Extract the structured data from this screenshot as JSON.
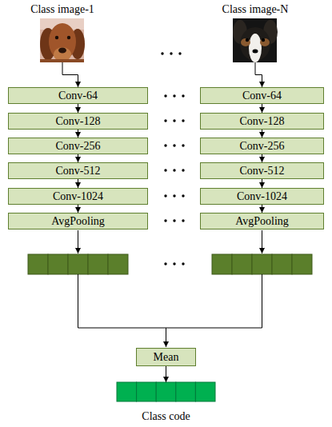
{
  "diagram": {
    "nodes": [
      {
        "text": [
          "Class image-1"
        ]
      },
      {
        "text": [
          "Class image-N"
        ]
      },
      {
        "text": [
          "Conv-64"
        ]
      },
      {
        "text": [
          "Conv-64"
        ]
      },
      {
        "text": [
          "Conv-128"
        ]
      },
      {
        "text": [
          "Conv-128"
        ]
      },
      {
        "text": [
          "Conv-256"
        ]
      },
      {
        "text": [
          "Conv-256"
        ]
      },
      {
        "text": [
          "Conv-512"
        ]
      },
      {
        "text": [
          "Conv-512"
        ]
      },
      {
        "text": [
          "Conv-1024"
        ]
      },
      {
        "text": [
          "Conv-1024"
        ]
      },
      {
        "text": [
          "AvgPooling"
        ]
      },
      {
        "text": [
          "AvgPooling"
        ]
      },
      {
        "text": [
          "Mean"
        ]
      },
      {
        "text": [
          "Class code"
        ]
      }
    ],
    "edges": [
      {
        "from": 0,
        "to": 2,
        "arrow": "to"
      },
      {
        "from": 2,
        "to": 4,
        "arrow": "to"
      },
      {
        "from": 4,
        "to": 6,
        "arrow": "to"
      },
      {
        "from": 6,
        "to": 8,
        "arrow": "to"
      },
      {
        "from": 8,
        "to": 10,
        "arrow": "to"
      },
      {
        "from": 10,
        "to": 12,
        "arrow": "to"
      },
      {
        "from": 1,
        "to": 3,
        "arrow": "to"
      },
      {
        "from": 3,
        "to": 5,
        "arrow": "to"
      },
      {
        "from": 5,
        "to": 7,
        "arrow": "to"
      },
      {
        "from": 7,
        "to": 9,
        "arrow": "to"
      },
      {
        "from": 9,
        "to": 11,
        "arrow": "to"
      },
      {
        "from": 11,
        "to": 13,
        "arrow": "to"
      },
      {
        "from": 14,
        "to": 15,
        "arrow": "to"
      }
    ]
  }
}
